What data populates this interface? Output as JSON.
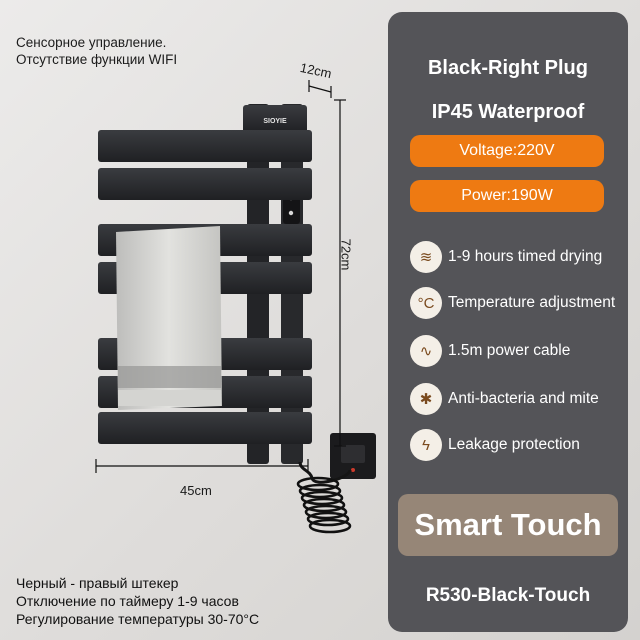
{
  "notes_top": {
    "line1": "Сенсорное управление.",
    "line2": "Отсутствие функции WIFI"
  },
  "notes_bottom": {
    "line1": "Черный - правый штекер",
    "line2": "Отключение по таймеру 1-9 часов",
    "line3": "Регулирование температуры 30-70°C"
  },
  "dimensions": {
    "depth": "12cm",
    "height": "72cm",
    "width": "45cm"
  },
  "product": {
    "brand": "SIOYIE"
  },
  "panel": {
    "title1": "Black-Right Plug",
    "title2": "IP45 Waterproof",
    "voltage": "Voltage:220V",
    "power": "Power:190W",
    "features": [
      {
        "icon": "drying-icon",
        "glyph": "≋",
        "label": "1-9 hours timed drying"
      },
      {
        "icon": "temperature-icon",
        "glyph": "°C",
        "label": "Temperature adjustment"
      },
      {
        "icon": "cable-icon",
        "glyph": "∿",
        "label": "1.5m power cable"
      },
      {
        "icon": "shield-icon",
        "glyph": "✱",
        "label": "Anti-bacteria and mite"
      },
      {
        "icon": "lightning-icon",
        "glyph": "ϟ",
        "label": "Leakage protection"
      }
    ],
    "badge": "Smart Touch",
    "model": "R530-Black-Touch"
  },
  "colors": {
    "panel_bg": "#545458",
    "accent": "#ee7a12",
    "badge_bg": "#968677",
    "rail": "#2b2d30"
  }
}
